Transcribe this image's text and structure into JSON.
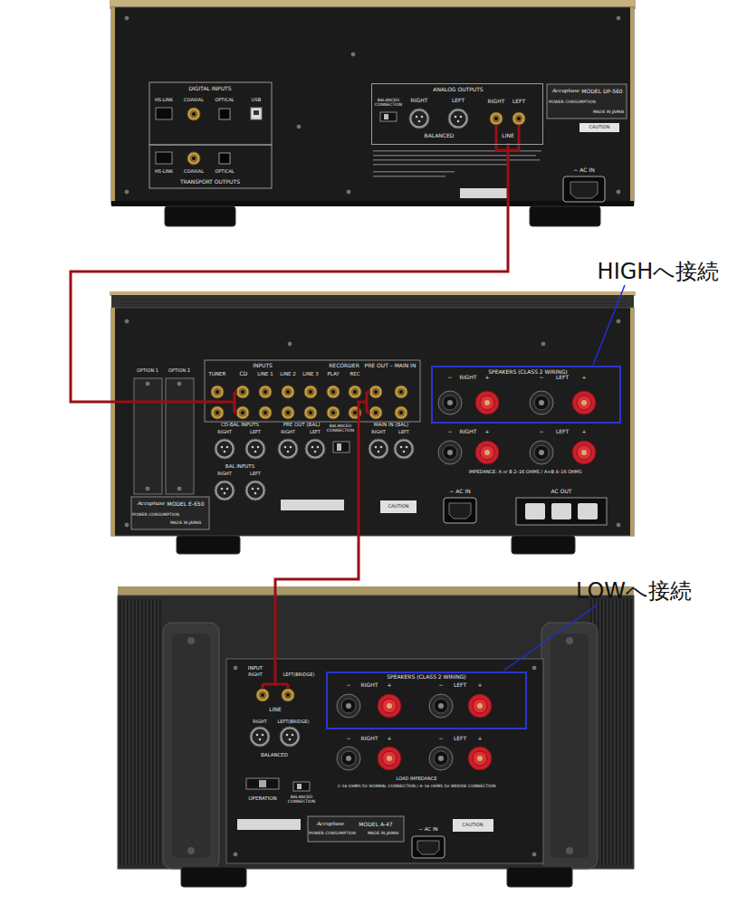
{
  "diagram": {
    "nodes": [
      {
        "text": [
          "Accuphase",
          "MODEL DP-560"
        ]
      },
      {
        "text": [
          "ANALOG OUTPUTS"
        ],
        "in": 0
      },
      {
        "text": [
          "LINE"
        ],
        "in": 1
      },
      {
        "text": [
          "Accuphase",
          "MODEL E-650"
        ]
      },
      {
        "text": [
          "CD"
        ],
        "in": 3
      },
      {
        "text": [
          "PRE OUT – MAIN IN"
        ],
        "in": 3
      },
      {
        "text": [
          "SPEAKERS (CLASS 2 WIRING)"
        ],
        "in": 3
      },
      {
        "text": [
          "Accuphase",
          "MODEL A-47"
        ]
      },
      {
        "text": [
          "LINE"
        ],
        "in": 7
      },
      {
        "text": [
          "SPEAKERS (CLASS 2 WIRING)"
        ],
        "in": 7
      }
    ],
    "edges": [
      {
        "from": 2,
        "to": 4,
        "arrow": "none"
      },
      {
        "from": 5,
        "to": 8,
        "arrow": "none"
      }
    ],
    "labels": [
      "DIGITAL INPUTS",
      "HS-LINK",
      "COAXIAL",
      "OPTICAL",
      "USB",
      "HS-LINK",
      "COAXIAL",
      "OPTICAL",
      "TRANSPORT OUTPUTS",
      "RIGHT",
      "LEFT",
      "BALANCED",
      "BALANCED CONNECTION",
      "RIGHT",
      "LEFT",
      "POWER CONSUMPTION",
      "MADE IN JAPAN",
      "CAUTION",
      "~ AC IN",
      "OPTION 1",
      "OPTION 2",
      "INPUTS",
      "TUNER",
      "LINE 1",
      "LINE 2",
      "LINE 3",
      "RECORDER",
      "PLAY",
      "REC",
      "−",
      "RIGHT",
      "+",
      "−",
      "LEFT",
      "+",
      "−",
      "RIGHT",
      "+",
      "−",
      "LEFT",
      "+",
      "IMPEDANCE: A or B 2–16 OHMS / A+B 4–16 OHMS",
      "CD-BAL INPUTS",
      "RIGHT",
      "LEFT",
      "PRE OUT (BAL)",
      "RIGHT",
      "LEFT",
      "BALANCED CONNECTION",
      "MAIN IN (BAL)",
      "RIGHT",
      "LEFT",
      "BAL INPUTS",
      "RIGHT",
      "LEFT",
      "POWER CONSUMPTION",
      "MADE IN JAPAN",
      "CAUTION",
      "~ AC IN",
      "AC OUT",
      "INPUT",
      "RIGHT",
      "LEFT(BRIDGE)",
      "RIGHT",
      "LEFT(BRIDGE)",
      "BALANCED",
      "OPERATION",
      "BALANCED CONNECTION",
      "−",
      "RIGHT",
      "+",
      "−",
      "LEFT",
      "+",
      "−",
      "RIGHT",
      "+",
      "−",
      "LEFT",
      "+",
      "LOAD IMPEDANCE",
      "2–16 OHMS for NORMAL CONNECTION / 4–16 OHMS for BRIDGE CONNECTION",
      "POWER CONSUMPTION",
      "MADE IN JAPAN",
      "~ AC IN",
      "CAUTION",
      "HIGHへ接続",
      "LOWへ接続"
    ]
  }
}
